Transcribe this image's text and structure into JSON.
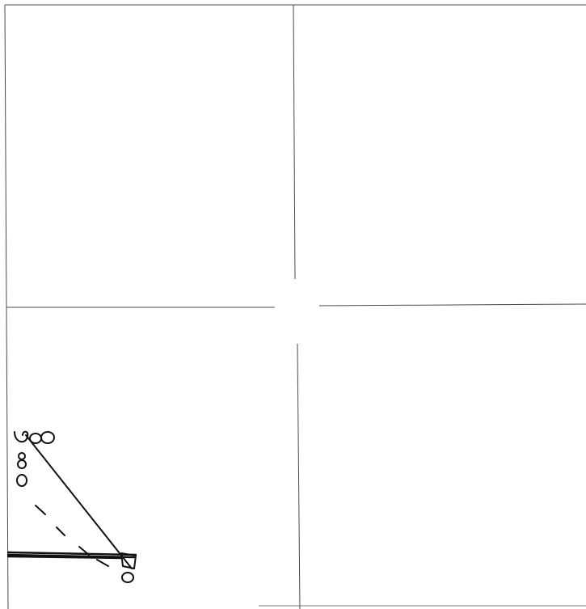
{
  "panels": [
    {
      "position": "top-left"
    },
    {
      "position": "top-right"
    },
    {
      "position": "bottom-left"
    },
    {
      "position": "bottom-right"
    }
  ],
  "colors": {
    "background": "#ffffff",
    "lines": "#111111",
    "frame": "#4a4a4a"
  }
}
